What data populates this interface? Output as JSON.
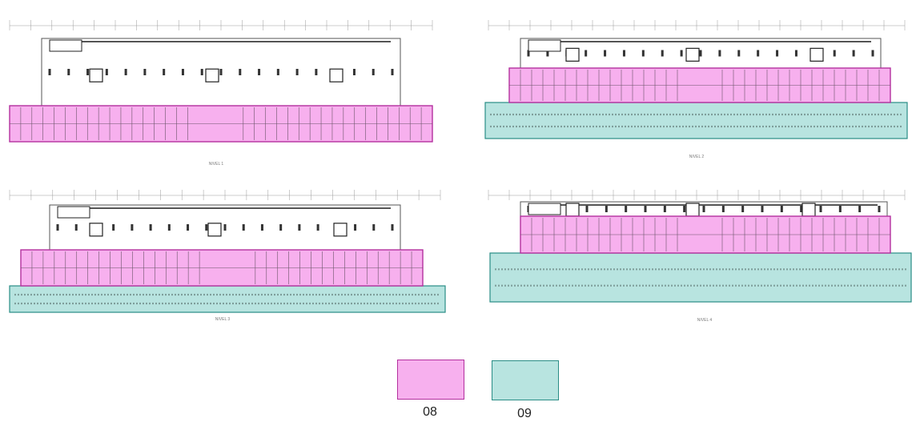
{
  "colors": {
    "zone_08_fill": "#f7b0ee",
    "zone_08_border": "#b3309e",
    "zone_09_fill": "#b8e4e0",
    "zone_09_border": "#2a8d86",
    "line": "#555555",
    "grid": "#9a9a9a"
  },
  "plans": [
    {
      "title": "NIVEL 1",
      "zones": [
        "08"
      ]
    },
    {
      "title": "NIVEL 2",
      "zones": [
        "08",
        "09"
      ]
    },
    {
      "title": "NIVEL 3",
      "zones": [
        "08",
        "09"
      ]
    },
    {
      "title": "NIVEL 4",
      "zones": [
        "08",
        "09"
      ]
    }
  ],
  "legend": [
    {
      "label": "08",
      "fill": "#f7b0ee",
      "border": "#b3309e"
    },
    {
      "label": "09",
      "fill": "#b8e4e0",
      "border": "#2a8d86"
    }
  ]
}
